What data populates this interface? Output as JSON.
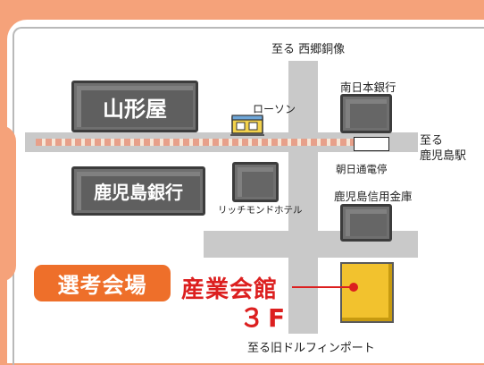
{
  "labels": {
    "north": "至る 西郷銅像",
    "south": "至る旧ドルフィンポート",
    "east_line1": "至る",
    "east_line2": "鹿児島駅",
    "lawson": "ローソン",
    "minaminihon_bank": "南日本銀行",
    "asahi_stop": "朝日通電停",
    "richmond_hotel": "リッチモンドホテル",
    "kagoshima_shinkin": "鹿児島信用金庫"
  },
  "buildings": {
    "yamakataya": "山形屋",
    "kagoshima_bank": "鹿児島銀行"
  },
  "venue": {
    "badge": "選考会場",
    "name": "産業会館",
    "floor": "３F"
  },
  "colors": {
    "background": "#f5a27a",
    "badge": "#ee6f2a",
    "venue_text": "#dc1f1f",
    "venue_building": "#f2c22e"
  }
}
